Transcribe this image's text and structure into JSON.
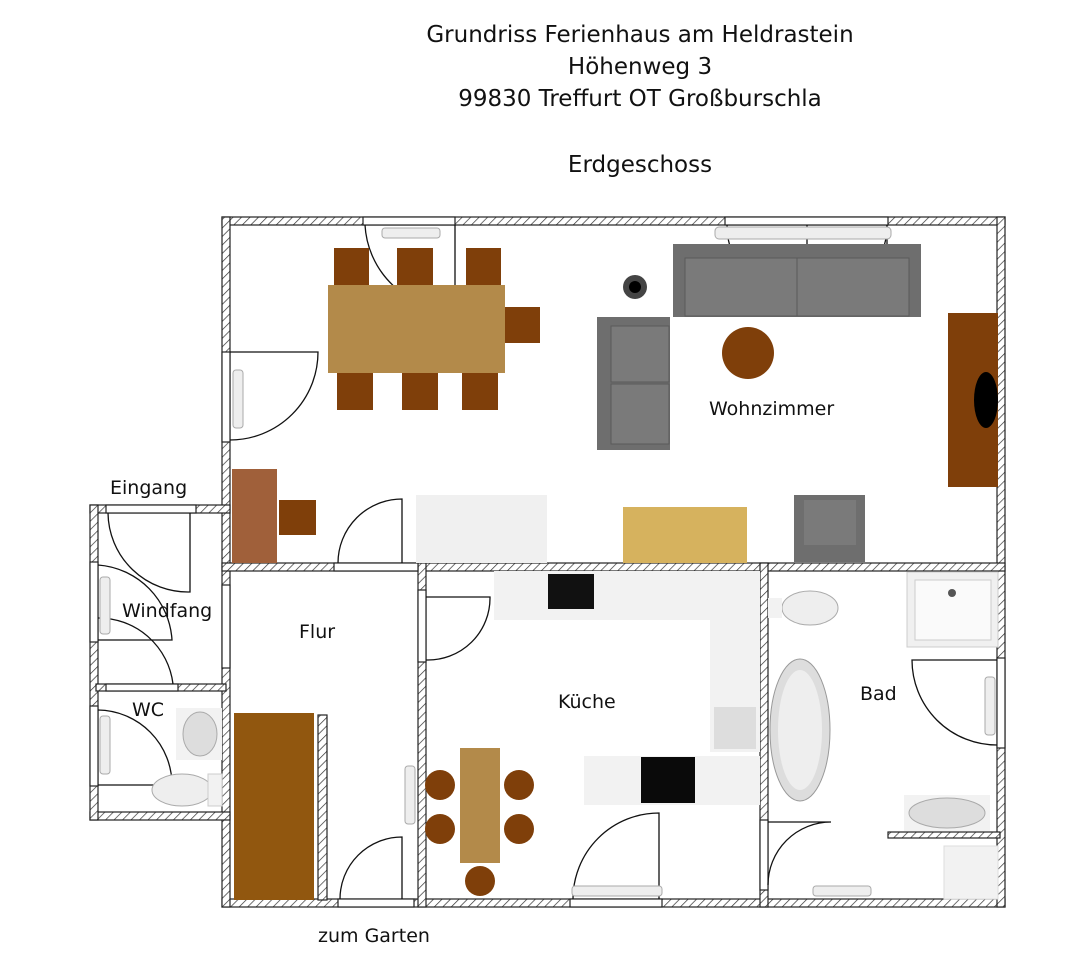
{
  "header": {
    "title": "Grundriss Ferienhaus am Heldrastein",
    "street": "Höhenweg 3",
    "city": "99830 Treffurt OT Großburschla",
    "floor": "Erdgeschoss"
  },
  "rooms": {
    "wohnzimmer": "Wohnzimmer",
    "eingang": "Eingang",
    "windfang": "Windfang",
    "wc": "WC",
    "flur": "Flur",
    "kueche": "Küche",
    "bad": "Bad",
    "garten": "zum Garten"
  },
  "colors": {
    "wood_table": "#b38a4a",
    "chair": "#7f3f0a",
    "sofa": "#6e6e6e",
    "wardrobe": "#91570f",
    "desk": "#a0603a",
    "sideboard": "#d6b25e"
  }
}
